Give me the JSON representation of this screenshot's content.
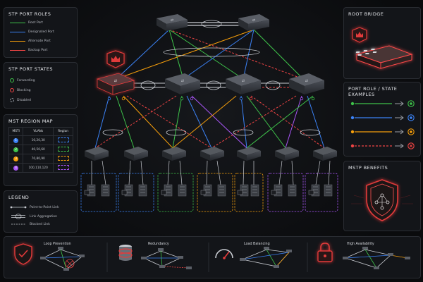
{
  "colors": {
    "root": "#3ec24a",
    "designated": "#3b82f6",
    "alternate": "#f59e0b",
    "backup": "#ef4444",
    "mst1": "#3b82f6",
    "mst2": "#3ec24a",
    "mst3": "#f59e0b",
    "mst4": "#a855f7",
    "accent": "#e23b3b"
  },
  "port_roles": {
    "title": "STP PORT ROLES",
    "items": [
      {
        "label": "Root Port",
        "color": "#3ec24a",
        "style": "solid"
      },
      {
        "label": "Designated Port",
        "color": "#3b82f6",
        "style": "solid"
      },
      {
        "label": "Alternate Port",
        "color": "#f59e0b",
        "style": "solid"
      },
      {
        "label": "Backup Port",
        "color": "#ef4444",
        "style": "solid"
      }
    ]
  },
  "port_states": {
    "title": "STP PORT STATES",
    "items": [
      {
        "label": "Forwarding",
        "color": "#3ec24a",
        "style": "solid"
      },
      {
        "label": "Blocking",
        "color": "#ef4444",
        "style": "solid"
      },
      {
        "label": "Disabled",
        "color": "#9aa0a8",
        "style": "dashed"
      }
    ]
  },
  "mst_map": {
    "title": "MST REGION MAP",
    "headers": [
      "MSTI",
      "VLANs",
      "Region"
    ],
    "rows": [
      {
        "msti": "1",
        "vlans": "10,20,30",
        "color": "#3b82f6"
      },
      {
        "msti": "2",
        "vlans": "40,50,60",
        "color": "#3ec24a"
      },
      {
        "msti": "3",
        "vlans": "70,80,90",
        "color": "#f59e0b"
      },
      {
        "msti": "4",
        "vlans": "100,110,120",
        "color": "#a855f7"
      }
    ]
  },
  "legend": {
    "title": "LEGEND",
    "items": [
      "Point-to-Point Link",
      "Link Aggregation",
      "Blocked Link"
    ]
  },
  "root_bridge": {
    "title": "ROOT BRIDGE"
  },
  "role_examples": {
    "title": "PORT ROLE / STATE EXAMPLES",
    "rows": [
      {
        "color": "#3ec24a",
        "style": "solid",
        "end": "forward"
      },
      {
        "color": "#3b82f6",
        "style": "solid",
        "end": "forward"
      },
      {
        "color": "#f59e0b",
        "style": "solid",
        "end": "forward"
      },
      {
        "color": "#ef4444",
        "style": "dashed",
        "end": "block"
      }
    ]
  },
  "mstp": {
    "title": "MSTP BENEFITS"
  },
  "benefits": [
    {
      "label": "Loop Prevention",
      "icon": "shield-check-icon"
    },
    {
      "label": "Redundancy",
      "icon": "database-icon"
    },
    {
      "label": "Load Balancing",
      "icon": "gauge-icon"
    },
    {
      "label": "High Availability",
      "icon": "lock-icon"
    }
  ]
}
